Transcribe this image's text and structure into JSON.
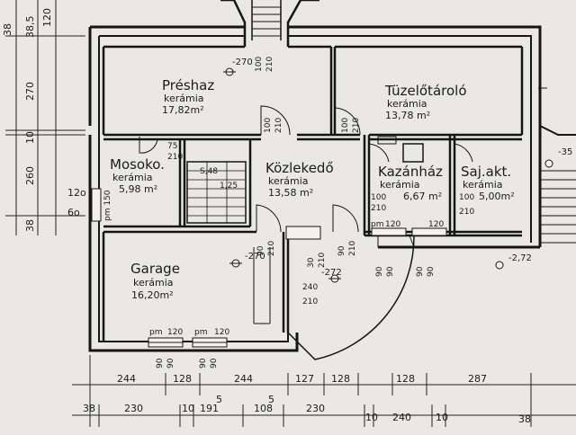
{
  "rooms": [
    {
      "id": "preshaz",
      "name": "Préshaz",
      "floor": "kerámia",
      "area": "17,82m²"
    },
    {
      "id": "tuzelotarolo",
      "name": "Tüzelőtároló",
      "floor": "kerámia",
      "area": "13,78 m²"
    },
    {
      "id": "mosokonyha",
      "name": "Mosoko.",
      "floor": "kerámia",
      "area": "5,98 m²"
    },
    {
      "id": "kozlekedo",
      "name": "Közlekedő",
      "floor": "kerámia",
      "area": "13,58 m²"
    },
    {
      "id": "kazanhaz",
      "name": "Kazánház",
      "floor": "kerámia",
      "area": "6,67 m²"
    },
    {
      "id": "sajakt",
      "name": "Saj.akt.",
      "floor": "kerámia",
      "area": "5,00m²"
    },
    {
      "id": "garage",
      "name": "Garage",
      "floor": "kerámia",
      "area": "16,20m²"
    }
  ],
  "stair": {
    "label": "S,48",
    "area": "1,25"
  },
  "levels": {
    "top": "-270",
    "mid": "-270",
    "door": "-272",
    "right": "-2,72",
    "edge": "-35"
  },
  "door_marks": {
    "preshaz_v1": "100",
    "preshaz_v2": "210",
    "top_v1": "100",
    "top_v2": "210",
    "tuz_v1": "100",
    "tuz_v2": "210",
    "mos_1": "75",
    "mos_2": "210",
    "kaz_1": "100",
    "kaz_2": "210",
    "saj_1": "100",
    "saj_2": "210",
    "pm1": "pm",
    "pm2": "120",
    "pm3": "120",
    "corr_1": "90",
    "corr_2": "210",
    "corr_3": "30",
    "corr_4": "210",
    "corr_5": "90",
    "corr_6": "210",
    "gate_w": "240",
    "gate_h": "210",
    "right_v1": "90",
    "right_v2": "90",
    "right_v3": "90",
    "right_v4": "90",
    "win_pm1": "pm",
    "win_w1": "120",
    "win_w2": "120",
    "win_pm2": "pm",
    "win_90a": "90",
    "win_90b": "90",
    "win_90c": "90",
    "win_90d": "90",
    "left_win_pm": "pm 150",
    "left_12": "12o",
    "left_6": "6o"
  },
  "dim_top": [
    "244",
    "128",
    "244",
    "127",
    "128",
    "128",
    "287"
  ],
  "dim_bottom": [
    "38",
    "230",
    "10",
    "191",
    "5",
    "108",
    "5",
    "230",
    "10",
    "240",
    "10",
    "38"
  ],
  "dim_left": [
    "38",
    "38,5",
    "120",
    "270",
    "10",
    "260",
    "38"
  ]
}
